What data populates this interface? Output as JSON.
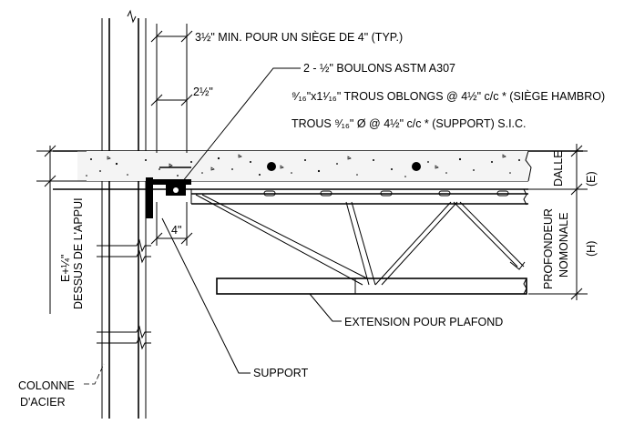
{
  "labels": {
    "seat_note": "3½\" MIN. POUR UN SIÈGE DE 4\" (TYP.)",
    "dim_2_5": "2½\"",
    "bolts": "2 - ½\" BOULONS ASTM A307",
    "slots": "⁹⁄₁₆\"x1¹⁄₁₆\" TROUS OBLONGS @ 4½\" c/c * (SIÈGE HAMBRO)",
    "holes": "TROUS ⁹⁄₁₆\" Ø @ 4½\" c/c * (SUPPORT) S.I.C.",
    "dim_4": "4\"",
    "elevation": "E+¼\"",
    "bearing_top": "DESSUS DE L'APPUI",
    "slab": "DALLE",
    "slab_e": "(E)",
    "depth_1": "PROFONDEUR",
    "depth_2": "NOMONALE",
    "depth_h": "(H)",
    "ceiling": "EXTENSION POUR PLAFOND",
    "support": "SUPPORT",
    "column_1": "COLONNE",
    "column_2": "D'ACIER"
  }
}
